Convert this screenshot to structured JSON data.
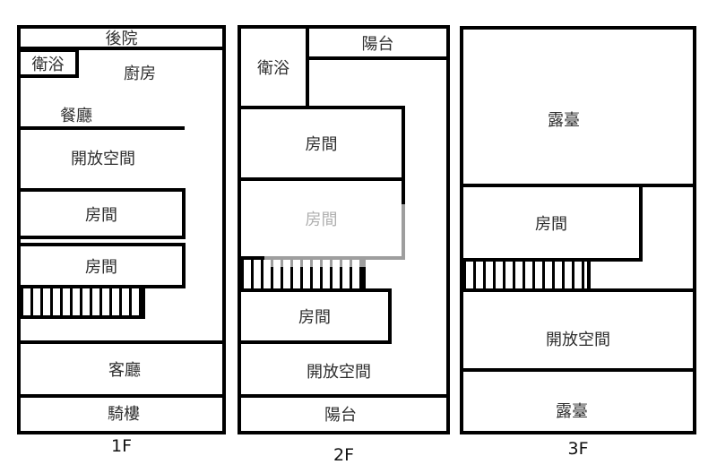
{
  "palette": {
    "wall_color": "#000000",
    "text_color": "#2e2e2e",
    "background": "#ffffff"
  },
  "floors": [
    {
      "name": "1F",
      "rooms": {
        "backyard": "後院",
        "bathroom": "衛浴",
        "kitchen": "廚房",
        "dining": "餐廳",
        "open_space": "開放空間",
        "room_a": "房間",
        "room_b": "房間",
        "living": "客廳",
        "arcade": "騎樓"
      }
    },
    {
      "name": "2F",
      "rooms": {
        "bathroom": "衛浴",
        "balcony_top": "陽台",
        "room_a": "房間",
        "room_b": "房間",
        "room_c": "房間",
        "open_space": "開放空間",
        "balcony_bottom": "陽台"
      }
    },
    {
      "name": "3F",
      "rooms": {
        "terrace_top": "露臺",
        "room": "房間",
        "open_space": "開放空間",
        "terrace_bottom": "露臺"
      }
    }
  ]
}
